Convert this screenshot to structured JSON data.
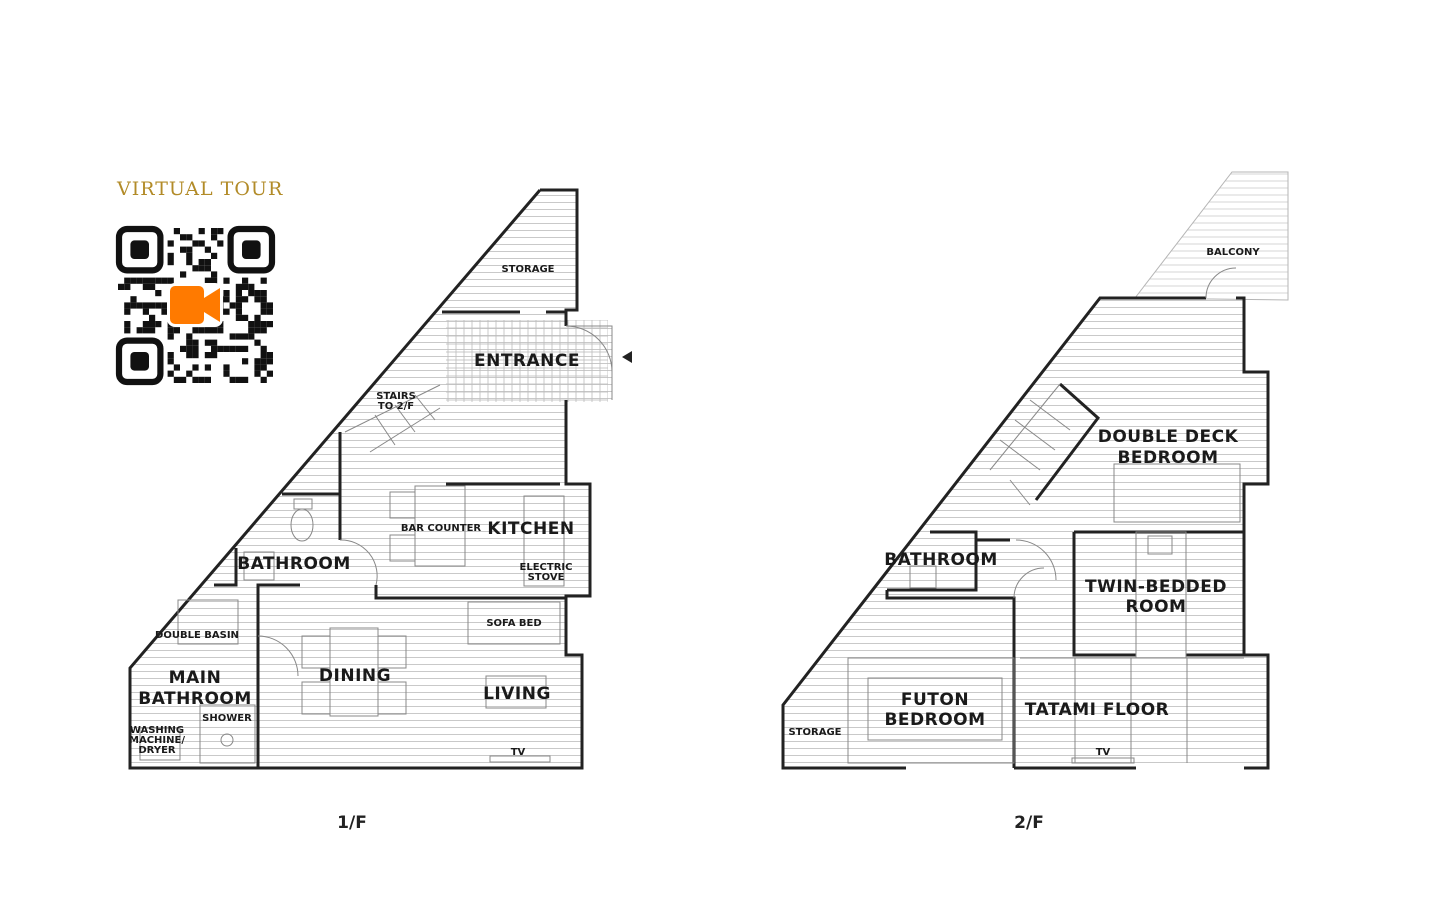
{
  "tour": {
    "title": "VIRTUAL TOUR",
    "accent": "#ff7a00"
  },
  "floors": {
    "first": {
      "label": "1/F",
      "rooms": {
        "storage": "STORAGE",
        "entrance": "ENTRANCE",
        "stairs_1": "STAIRS",
        "stairs_2": "TO 2/F",
        "bar_counter": "BAR COUNTER",
        "kitchen": "KITCHEN",
        "bathroom": "BATHROOM",
        "electric_1": "ELECTRIC",
        "electric_2": "STOVE",
        "sofa_bed": "SOFA BED",
        "double_basin": "DOUBLE BASIN",
        "main_bath_1": "MAIN",
        "main_bath_2": "BATHROOM",
        "dining": "DINING",
        "living": "LIVING",
        "shower": "SHOWER",
        "washing_1": "WASHING",
        "washing_2": "MACHINE/",
        "washing_3": "DRYER",
        "tv": "TV"
      }
    },
    "second": {
      "label": "2/F",
      "rooms": {
        "balcony": "BALCONY",
        "double_deck_1": "DOUBLE DECK",
        "double_deck_2": "BEDROOM",
        "bathroom": "BATHROOM",
        "twin_1": "TWIN-BEDDED",
        "twin_2": "ROOM",
        "futon_1": "FUTON",
        "futon_2": "BEDROOM",
        "tatami": "TATAMI FLOOR",
        "storage": "STORAGE",
        "tv": "TV"
      }
    }
  }
}
